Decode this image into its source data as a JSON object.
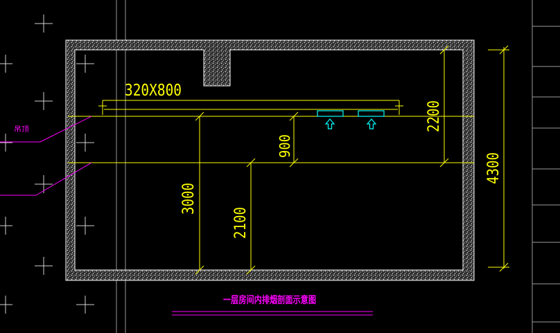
{
  "drawing": {
    "title": "一层房间内排烟剖面示意图",
    "duct_size": "320X800",
    "side_label": "吊顶",
    "dimensions": {
      "d2200": "2200",
      "d4300": "4300",
      "d900": "900",
      "d3000": "3000",
      "d2100": "2100"
    }
  },
  "colors": {
    "background": "#000000",
    "dimension": "#ffff00",
    "annotation": "#ff00ff",
    "vent": "#00ffff",
    "wall": "#ffffff",
    "grid": "#c8c8c8"
  },
  "icons": {
    "vent_arrow": "arrow-up-icon",
    "grid_marker": "crosshair-icon"
  }
}
